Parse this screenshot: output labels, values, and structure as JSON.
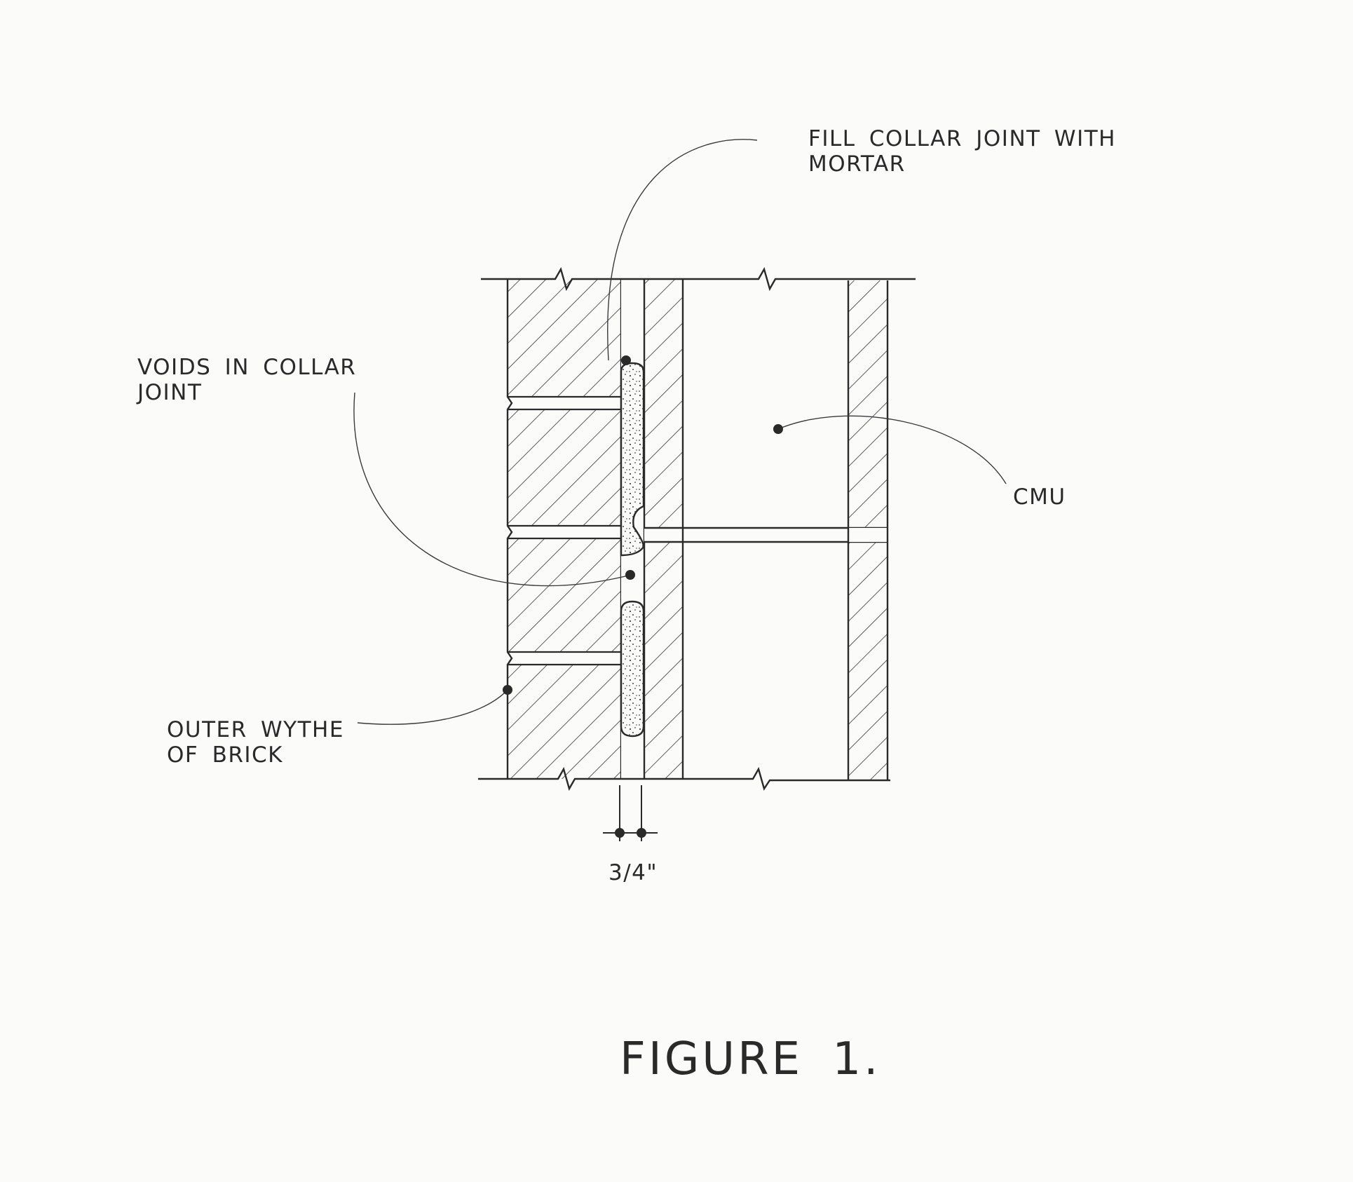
{
  "labels": {
    "fill_collar": [
      "FILL COLLAR JOINT WITH",
      "MORTAR"
    ],
    "voids": [
      "VOIDS IN COLLAR",
      "JOINT"
    ],
    "cmu": "CMU",
    "outer_wythe": [
      "OUTER WYTHE",
      "OF BRICK"
    ],
    "dimension": "3/4\""
  },
  "caption": "FIGURE 1.",
  "colors": {
    "line": "#2a2a2a",
    "paper": "#fbfbfa",
    "mortar_fill": "#f4f4f2"
  }
}
